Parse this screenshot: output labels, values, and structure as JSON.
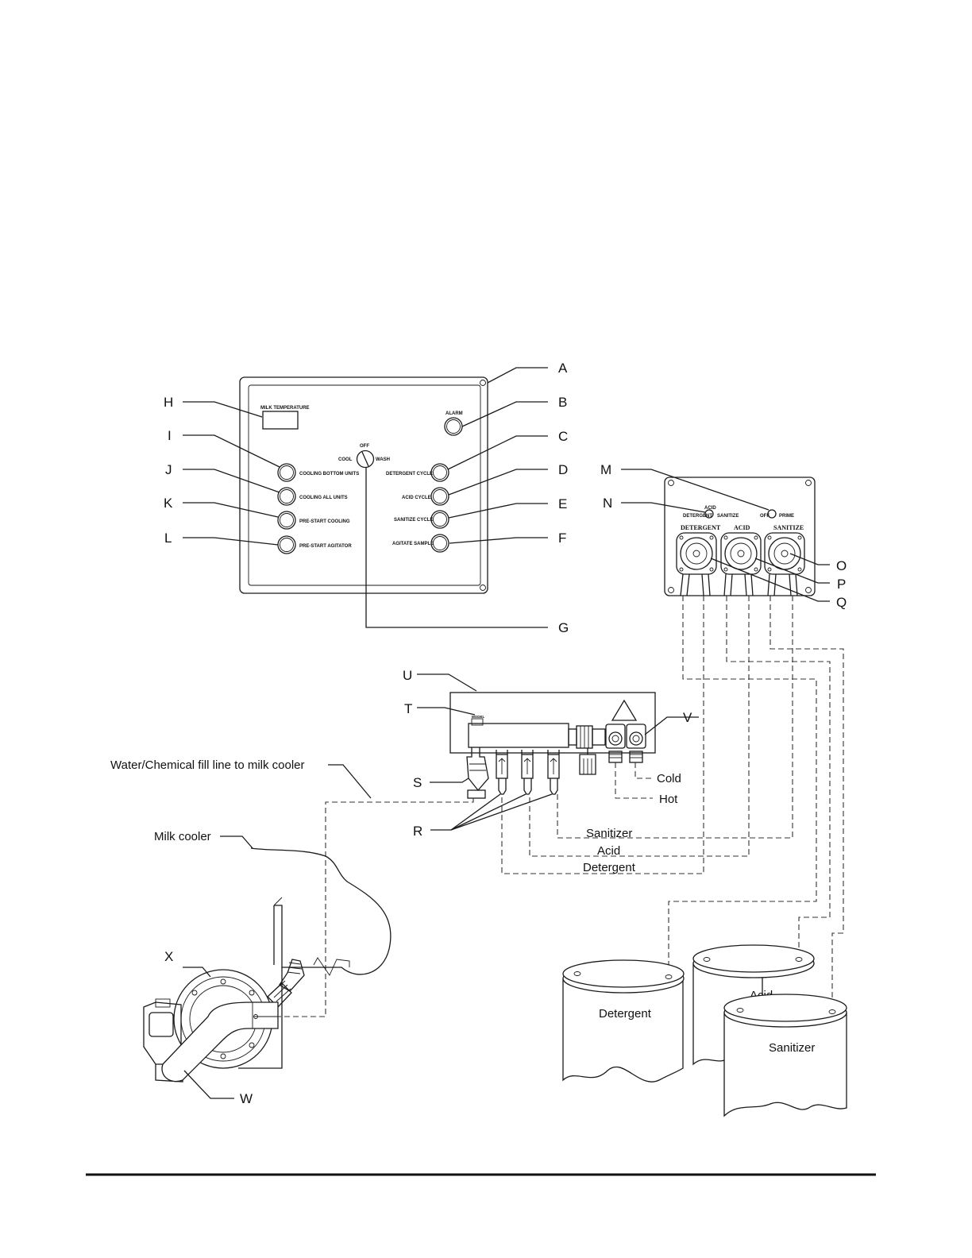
{
  "callouts": {
    "A": "A",
    "B": "B",
    "C": "C",
    "D": "D",
    "E": "E",
    "F": "F",
    "G": "G",
    "H": "H",
    "I": "I",
    "J": "J",
    "K": "K",
    "L": "L",
    "M": "M",
    "N": "N",
    "O": "O",
    "P": "P",
    "Q": "Q",
    "R": "R",
    "S": "S",
    "T": "T",
    "U": "U",
    "V": "V",
    "W": "W",
    "X": "X"
  },
  "control_panel": {
    "milk_temperature": "MILK TEMPERATURE",
    "alarm": "ALARM",
    "switch_off": "OFF",
    "switch_cool": "COOL",
    "switch_wash": "WASH",
    "left_buttons": [
      "COOLING BOTTOM UNITS",
      "COOLING ALL UNITS",
      "PRE-START COOLING",
      "PRE-START AGITATOR"
    ],
    "right_buttons": [
      "DETERGENT CYCLE",
      "ACID CYCLE",
      "SANITIZE CYCLE",
      "AGITATE SAMPLE"
    ]
  },
  "pump_box": {
    "selector_acid": "ACID",
    "selector_detergent": "DETERGENT",
    "selector_sanitize": "SANITIZE",
    "switch_off": "OFF",
    "switch_prime": "PRIME",
    "pump_labels": [
      "DETERGENT",
      "ACID",
      "SANITIZE"
    ]
  },
  "labels": {
    "fill_line": "Water/Chemical fill line to milk cooler",
    "milk_cooler": "Milk cooler",
    "cold": "Cold",
    "hot": "Hot",
    "sanitizer_line": "Sanitizer",
    "acid_line": "Acid",
    "detergent_line": "Detergent",
    "manifold_tag": "MODEL"
  },
  "drums": [
    "Detergent",
    "Acid",
    "Sanitizer"
  ]
}
